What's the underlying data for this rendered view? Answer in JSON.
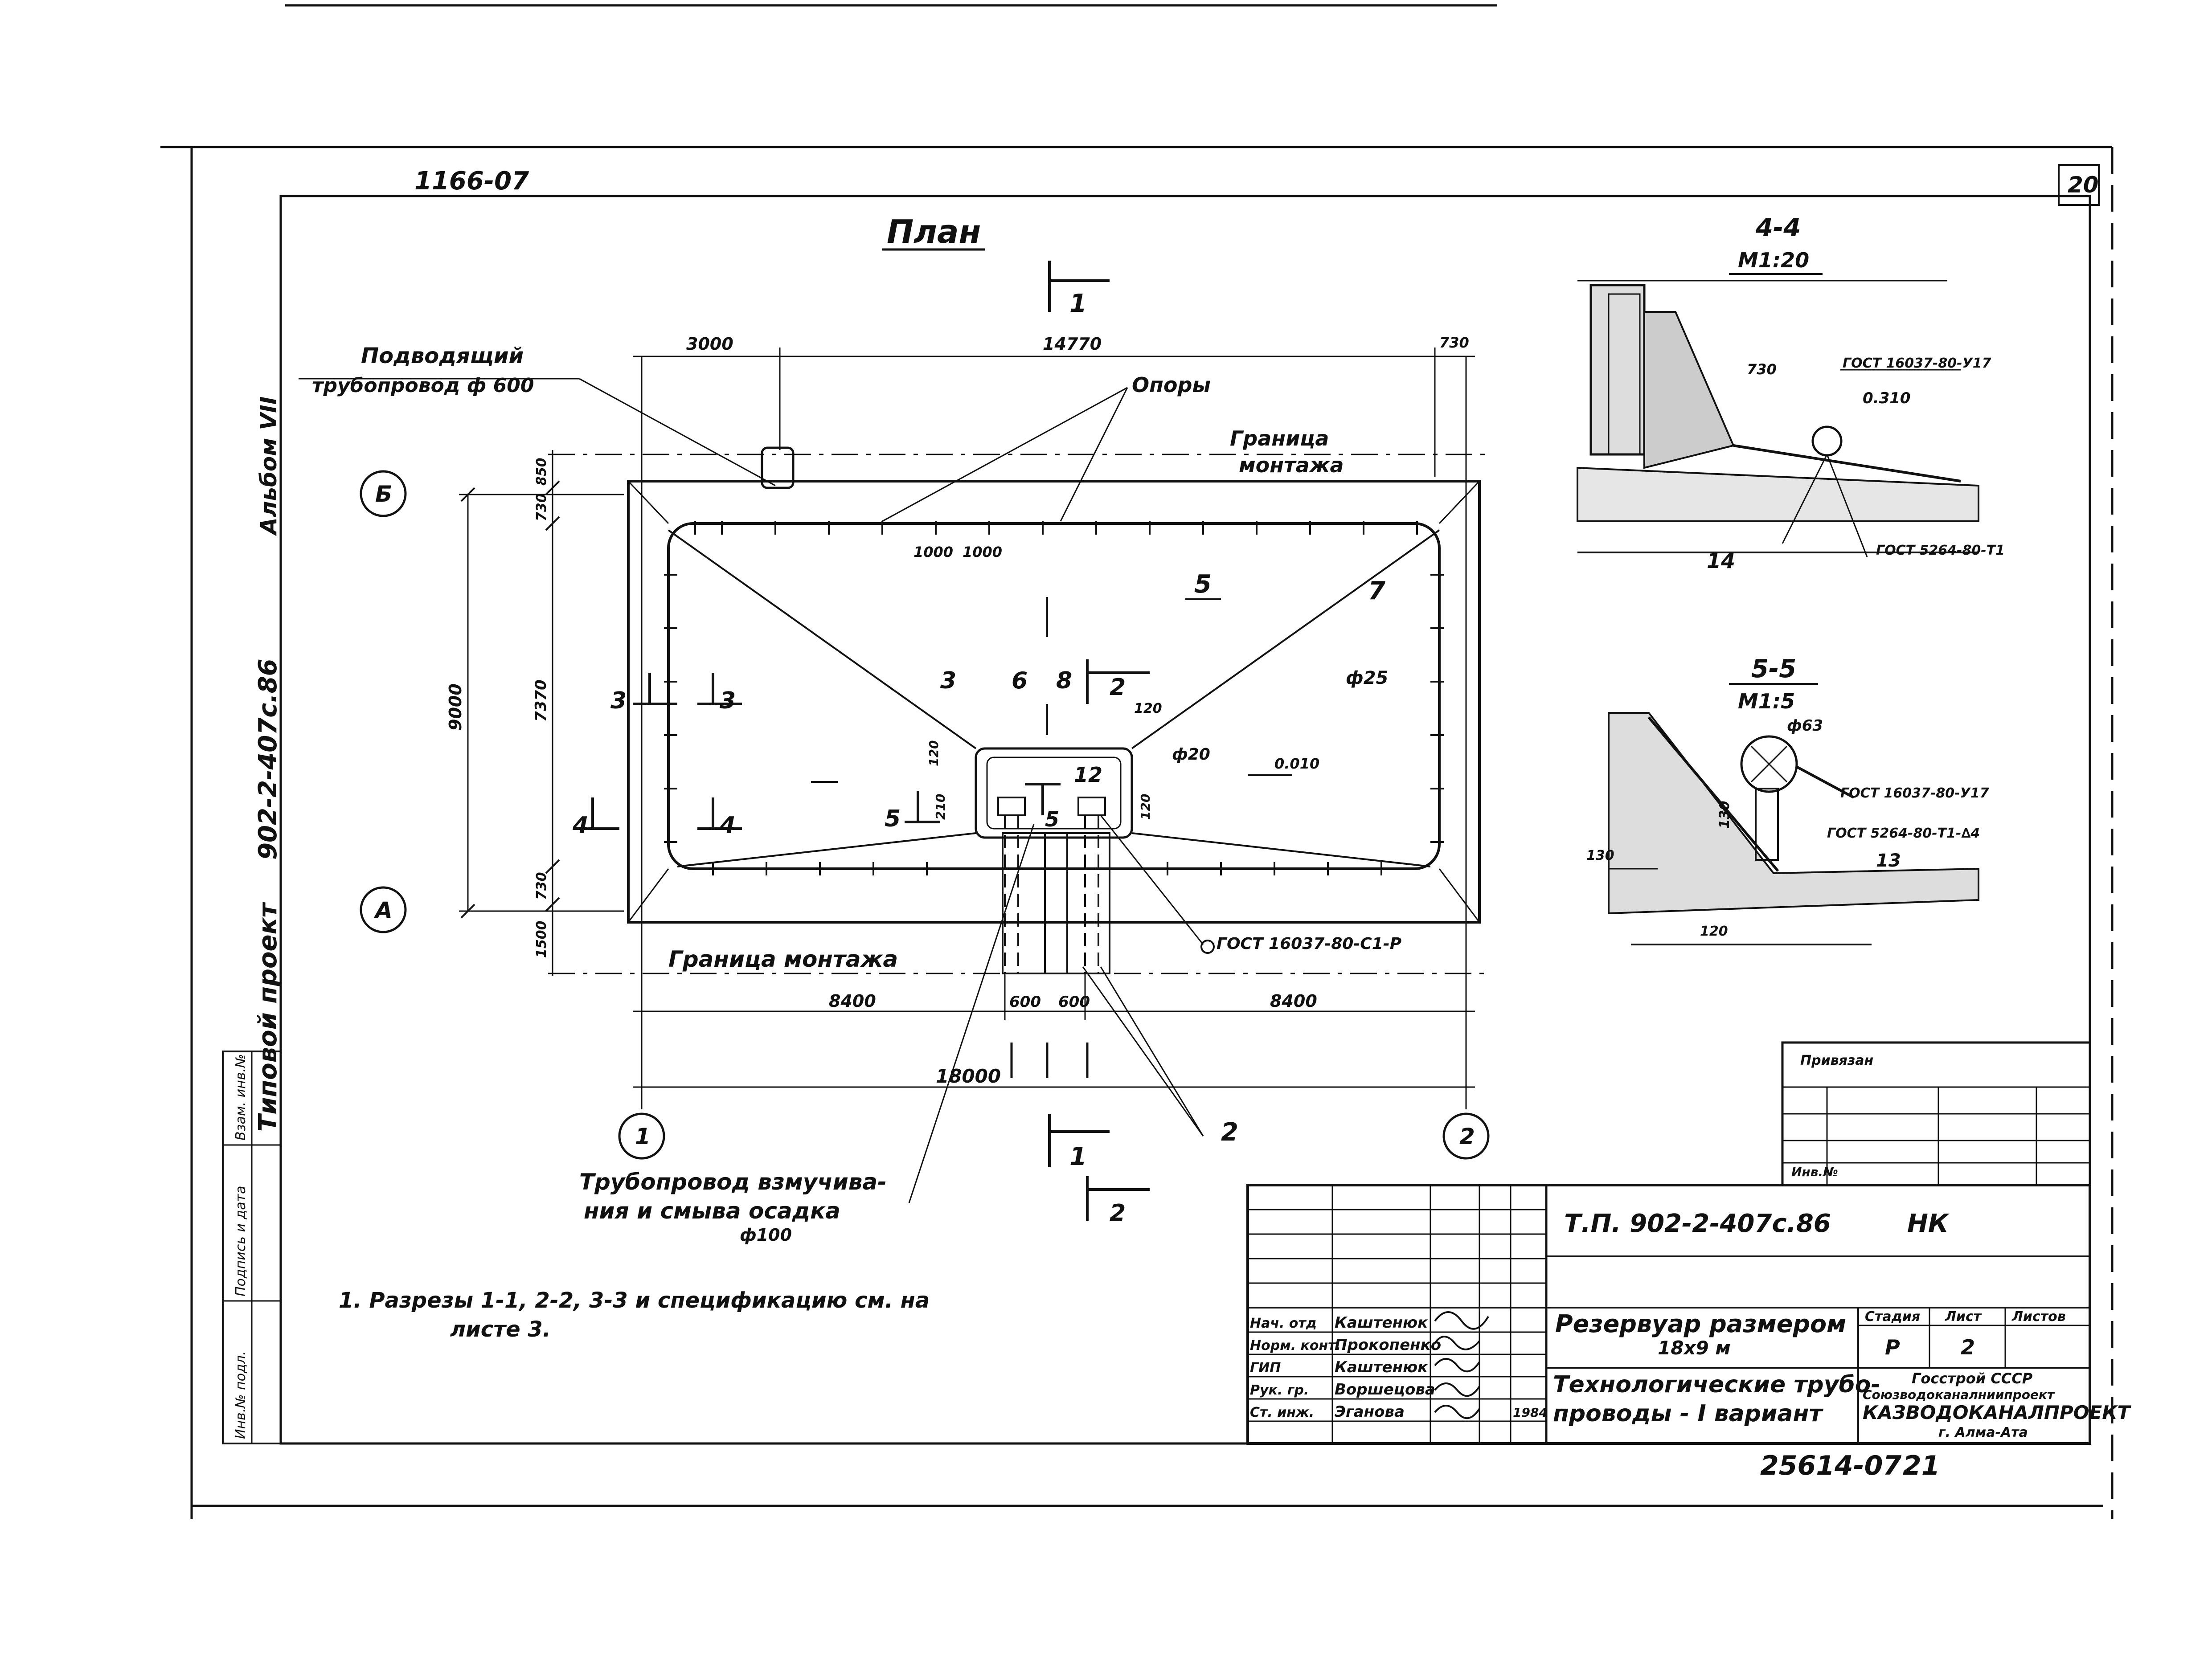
{
  "header": {
    "top_code": "1166-07",
    "sheet_corner": "20",
    "plan_title": "План",
    "side_album": "Альбом VII",
    "side_project_code": "902-2-407с.86",
    "side_typical": "Типовой проект"
  },
  "plan": {
    "supply_pipe_label_1": "Подводящий",
    "supply_pipe_label_2": "трубопровод  ф 600",
    "supports_label": "Опоры",
    "boundary_top_1": "Граница",
    "boundary_top_2": "монтажа",
    "boundary_bottom": "Граница    монтажа",
    "flush_pipe_1": "Трубопровод  взмучива-",
    "flush_pipe_2": "ния  и смыва  осадка",
    "flush_pipe_3": "ф100",
    "dims": {
      "top_left": "3000",
      "top_total": "14770",
      "top_right": "730",
      "left_top": "850",
      "left_1": "730",
      "left_mid": "7370",
      "left_2": "730",
      "left_bottom": "1500",
      "left_total": "9000",
      "bot_left": "8400",
      "bot_right": "8400",
      "bot_600a": "600",
      "bot_600b": "600",
      "overall": "18000",
      "span_1000a": "1000",
      "span_1000b": "1000",
      "pit_120a": "120",
      "pit_120b": "120",
      "pit_120c": "120",
      "pit_210": "210",
      "dia_25": "ф25",
      "dia_20": "ф20",
      "slope": "0.010"
    },
    "axes": {
      "b": "Б",
      "a": "А",
      "one": "1",
      "two": "2"
    },
    "callouts": [
      "5",
      "7",
      "3",
      "6",
      "8",
      "12",
      "2"
    ],
    "sections": {
      "s1": "1",
      "s2": "2",
      "s3": "3",
      "s4": "4",
      "s5": "5"
    },
    "gost_main": "ГОСТ 16037-80-С1-Р"
  },
  "section44": {
    "title": "4-4",
    "scale": "М1:20",
    "dim_730": "730",
    "elev": "0.310",
    "gost_a": "ГОСТ 16037-80-У17",
    "gost_b": "ГОСТ 5264-80-Т1",
    "callout": "14"
  },
  "section55": {
    "title": "5-5",
    "scale": "М1:5",
    "dia": "ф63",
    "gost_a": "ГОСТ 16037-80-У17",
    "gost_b": "ГОСТ 5264-80-Т1-∆4",
    "dim_130": "130",
    "dim_120": "120",
    "dim_130b": "130",
    "callout": "13"
  },
  "notes": {
    "line1": "1. Разрезы  1-1, 2-2, 3-3 и спецификацию  см.  на",
    "line2": "листе  3."
  },
  "left_strip": [
    "Взам. инв.№",
    "Подпись и дата",
    "Инв.№ подл."
  ],
  "privyazan": {
    "title": "Привязан",
    "inv": "Инв.№"
  },
  "title_block": {
    "code": "Т.П. 902-2-407с.86",
    "section": "НК",
    "name_1": "Резервуар размером",
    "name_2": "18х9 м",
    "sub_1": "Технологические трубо-",
    "sub_2": "проводы - I вариант",
    "stage_h": "Стадия",
    "sheet_h": "Лист",
    "sheets_h": "Листов",
    "stage": "Р",
    "sheet": "2",
    "org_1": "Госстрой СССР",
    "org_2": "Союзводоканалниипроект",
    "org_3": "КАЗВОДОКАНАЛПРОЕКТ",
    "org_4": "г. Алма-Ата",
    "year": "1984",
    "people": [
      {
        "role": "Нач. отд",
        "name": "Каштенюк"
      },
      {
        "role": "Норм. конт.",
        "name": "Прокопенко"
      },
      {
        "role": "ГИП",
        "name": "Каштенюк"
      },
      {
        "role": "Рук. гр.",
        "name": "Воршецова"
      },
      {
        "role": "Ст. инж.",
        "name": "Эганова"
      }
    ]
  },
  "footer": {
    "archive": "25614-07",
    "page": "21"
  }
}
